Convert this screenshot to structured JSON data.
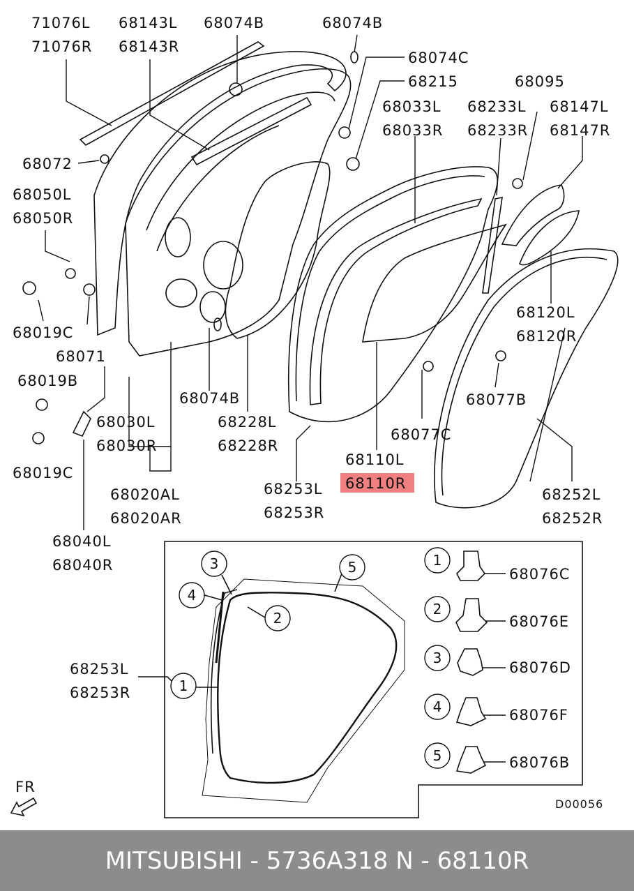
{
  "labels": {
    "l71076L": "71076L",
    "l71076R": "71076R",
    "l68143L": "68143L",
    "l68143R": "68143R",
    "l68074B_top1": "68074B",
    "l68074B_top2": "68074B",
    "l68074C": "68074C",
    "l68215": "68215",
    "l68095": "68095",
    "l68033L": "68033L",
    "l68033R": "68033R",
    "l68233L": "68233L",
    "l68233R": "68233R",
    "l68147L": "68147L",
    "l68147R": "68147R",
    "l68072": "68072",
    "l68050L": "68050L",
    "l68050R": "68050R",
    "l68019C_a": "68019C",
    "l68071": "68071",
    "l68019B": "68019B",
    "l68019C_b": "68019C",
    "l68030L": "68030L",
    "l68030R": "68030R",
    "l68074B_mid": "68074B",
    "l68228L": "68228L",
    "l68228R": "68228R",
    "l68120L": "68120L",
    "l68120R": "68120R",
    "l68077B": "68077B",
    "l68077C": "68077C",
    "l68110L": "68110L",
    "l68110R": "68110R",
    "l68253L": "68253L",
    "l68253R": "68253R",
    "l68252L": "68252L",
    "l68252R": "68252R",
    "l68020AL": "68020AL",
    "l68020AR": "68020AR",
    "l68040L": "68040L",
    "l68040R": "68040R",
    "inset_68253L": "68253L",
    "inset_68253R": "68253R",
    "clip1": "68076C",
    "clip2": "68076E",
    "clip3": "68076D",
    "clip4": "68076F",
    "clip5": "68076B",
    "code": "D00056",
    "fr": "FR"
  },
  "callouts": [
    "1",
    "2",
    "3",
    "4",
    "5"
  ],
  "highlight_color": "#f08080",
  "footer": {
    "text": "MITSUBISHI - 5736A318      N - 68110R"
  }
}
